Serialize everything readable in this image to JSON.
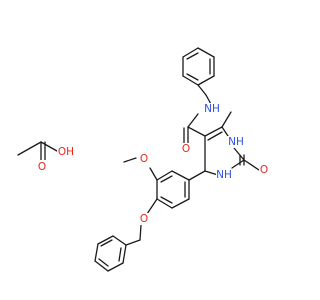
{
  "diagram": {
    "type": "chemical-structure",
    "components": [
      "acetic-acid",
      "benzyl-pyrimidine-carboxamide"
    ],
    "element_colors": {
      "O": "#e8271c",
      "N": "#3050e8",
      "C": "#1a1a1a"
    }
  },
  "atom_labels": {
    "acid_oh": "OH",
    "acid_o": "O",
    "amide_nh": "NH",
    "amide_o": "O",
    "ring_nh_top": "NH",
    "ring_nh_bottom": "NH",
    "ring_o": "O",
    "methoxy_o": "O",
    "benzyloxy_o": "O"
  }
}
